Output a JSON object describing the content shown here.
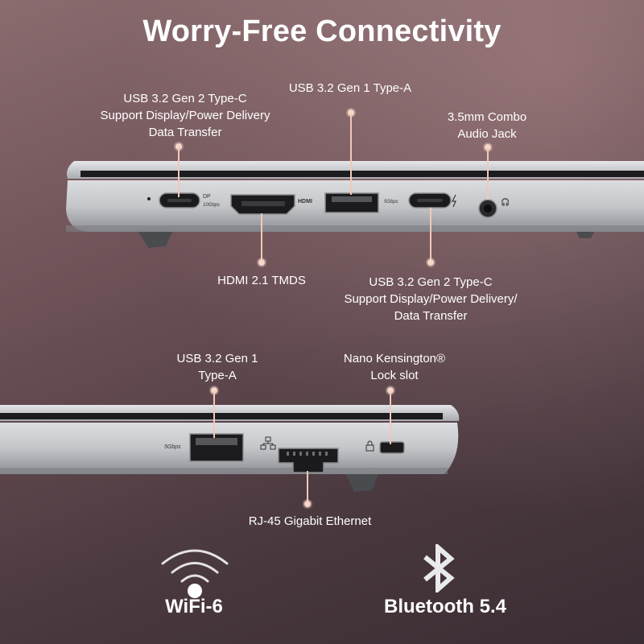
{
  "title": "Worry-Free Connectivity",
  "top_view": {
    "usb_c_left": [
      "USB 3.2 Gen 2 Type-C",
      "Support Display/Power Delivery",
      "Data Transfer"
    ],
    "usb_a": [
      "USB 3.2 Gen 1 Type-A"
    ],
    "audio": [
      "3.5mm Combo",
      "Audio Jack"
    ],
    "hdmi": [
      "HDMI 2.1 TMDS"
    ],
    "usb_c_right": [
      "USB 3.2 Gen 2 Type-C",
      "Support Display/Power Delivery/",
      "Data Transfer"
    ],
    "port_marks": {
      "dp": "DP",
      "speed10": "10Gbps",
      "hdmi": "HDMI",
      "speed5": "5Gbps"
    }
  },
  "bottom_view": {
    "usb_a": [
      "USB 3.2 Gen 1",
      "Type-A"
    ],
    "kensington": [
      "Nano Kensington®",
      "Lock slot"
    ],
    "rj45": [
      "RJ-45 Gigabit Ethernet"
    ],
    "port_marks": {
      "speed5": "5Gbps"
    }
  },
  "features": {
    "wifi": "WiFi-6",
    "bluetooth": "Bluetooth 5.4"
  },
  "colors": {
    "leader": "#f2c8b8",
    "chassis": "#c9cbcf"
  }
}
